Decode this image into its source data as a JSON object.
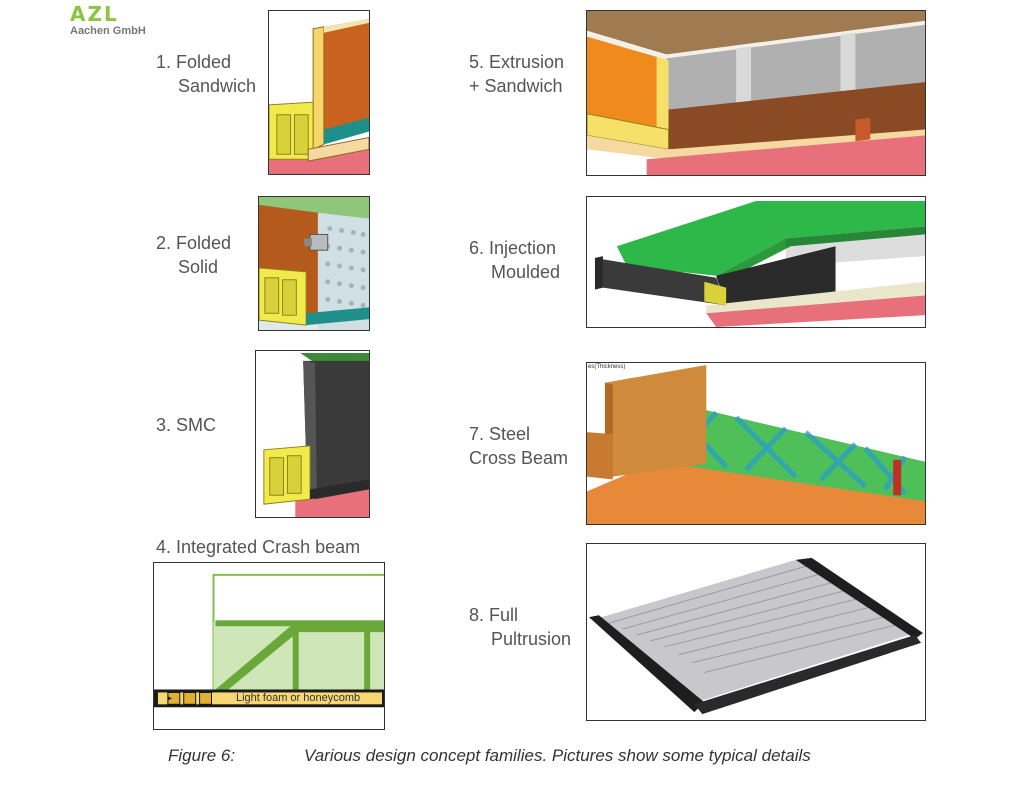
{
  "logo": {
    "mark": "AZL",
    "company": "Aachen GmbH"
  },
  "concepts": [
    {
      "line1": "1. Folded",
      "line2": "Sandwich"
    },
    {
      "line1": "2. Folded",
      "line2": "Solid"
    },
    {
      "line1": "3. SMC",
      "line2": ""
    },
    {
      "line1": "4. Integrated Crash beam",
      "line2": ""
    },
    {
      "line1": "5. Extrusion",
      "line2": "+ Sandwich"
    },
    {
      "line1": "6. Injection",
      "line2": "Moulded"
    },
    {
      "line1": "7. Steel",
      "line2": "Cross Beam"
    },
    {
      "line1": "8. Full",
      "line2": "Pultrusion"
    }
  ],
  "panel4_note": "Light foam or honeycomb",
  "panel7_note": "es(Thickness)",
  "caption": {
    "figure": "Figure 6:",
    "text": "Various design concept families. Pictures show some typical details"
  }
}
